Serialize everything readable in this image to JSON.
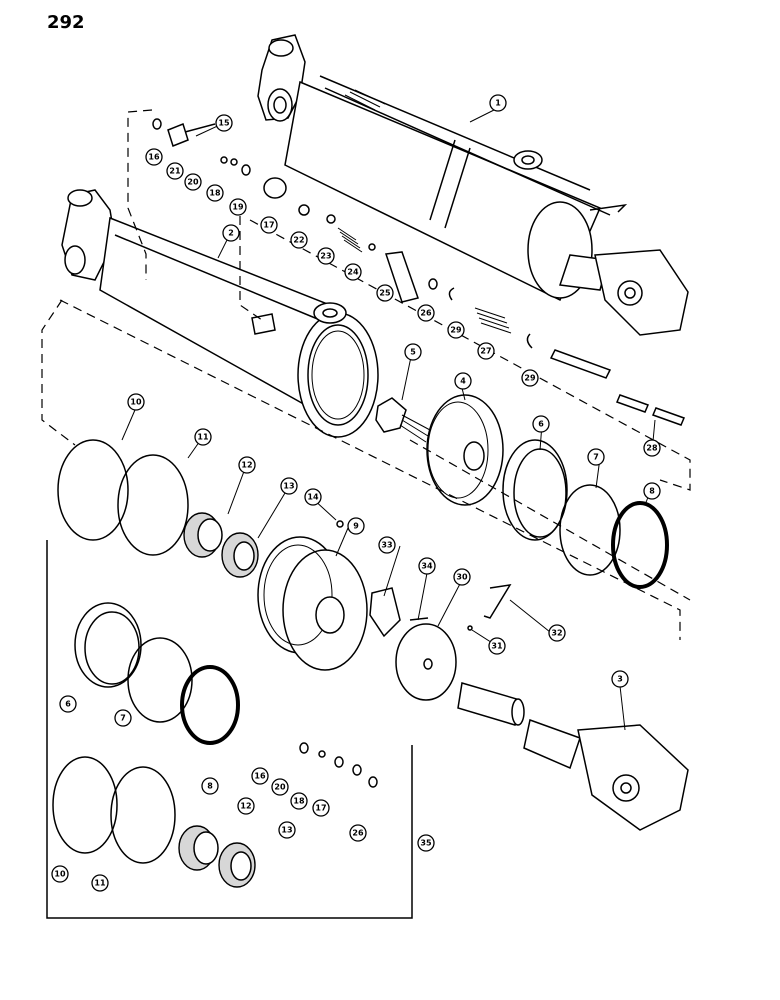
{
  "page": {
    "number": "292"
  },
  "diagram": {
    "callouts": [
      {
        "id": "1",
        "label": "1"
      },
      {
        "id": "2",
        "label": "2"
      },
      {
        "id": "3",
        "label": "3"
      },
      {
        "id": "4",
        "label": "4"
      },
      {
        "id": "5",
        "label": "5"
      },
      {
        "id": "6",
        "label": "6"
      },
      {
        "id": "7",
        "label": "7"
      },
      {
        "id": "8",
        "label": "8"
      },
      {
        "id": "9",
        "label": "9"
      },
      {
        "id": "10",
        "label": "10"
      },
      {
        "id": "11",
        "label": "11"
      },
      {
        "id": "12",
        "label": "12"
      },
      {
        "id": "13",
        "label": "13"
      },
      {
        "id": "14",
        "label": "14"
      },
      {
        "id": "15",
        "label": "15"
      },
      {
        "id": "16",
        "label": "16"
      },
      {
        "id": "17",
        "label": "17"
      },
      {
        "id": "18",
        "label": "18"
      },
      {
        "id": "19",
        "label": "19"
      },
      {
        "id": "20",
        "label": "20"
      },
      {
        "id": "21",
        "label": "21"
      },
      {
        "id": "22",
        "label": "22"
      },
      {
        "id": "23",
        "label": "23"
      },
      {
        "id": "24",
        "label": "24"
      },
      {
        "id": "25",
        "label": "25"
      },
      {
        "id": "26",
        "label": "26"
      },
      {
        "id": "27",
        "label": "27"
      },
      {
        "id": "28",
        "label": "28"
      },
      {
        "id": "29a",
        "label": "29"
      },
      {
        "id": "29b",
        "label": "29"
      },
      {
        "id": "30",
        "label": "30"
      },
      {
        "id": "31",
        "label": "31"
      },
      {
        "id": "32",
        "label": "32"
      },
      {
        "id": "33",
        "label": "33"
      },
      {
        "id": "34",
        "label": "34"
      },
      {
        "id": "35",
        "label": "35"
      },
      {
        "id": "k6",
        "label": "6"
      },
      {
        "id": "k7",
        "label": "7"
      },
      {
        "id": "k8",
        "label": "8"
      },
      {
        "id": "k10",
        "label": "10"
      },
      {
        "id": "k11",
        "label": "11"
      },
      {
        "id": "k12",
        "label": "12"
      },
      {
        "id": "k13",
        "label": "13"
      },
      {
        "id": "k16",
        "label": "16"
      },
      {
        "id": "k17",
        "label": "17"
      },
      {
        "id": "k18",
        "label": "18"
      },
      {
        "id": "k20",
        "label": "20"
      },
      {
        "id": "k26",
        "label": "26"
      }
    ]
  }
}
